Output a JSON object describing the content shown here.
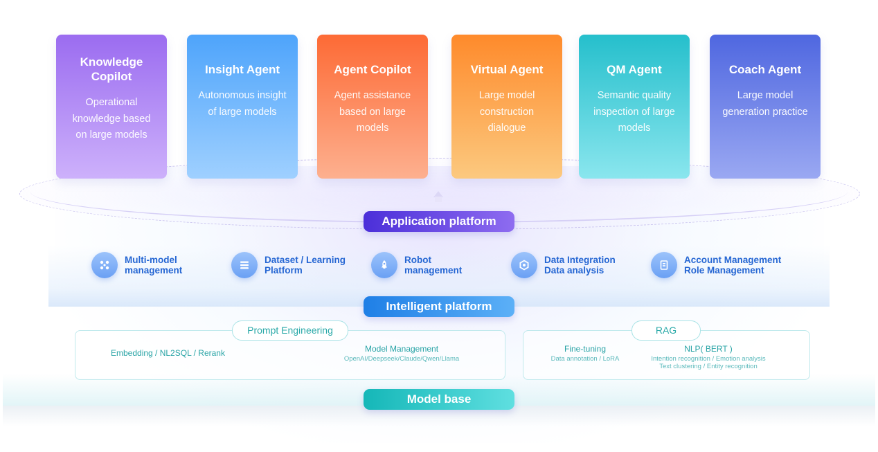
{
  "cards": [
    {
      "title": "Knowledge Copilot",
      "desc": "Operational knowledge based on large models"
    },
    {
      "title": "Insight Agent",
      "desc": "Autonomous insight of large models"
    },
    {
      "title": "Agent Copilot",
      "desc": "Agent assistance based on large models"
    },
    {
      "title": "Virtual Agent",
      "desc": "Large model construction dialogue"
    },
    {
      "title": "QM Agent",
      "desc": "Semantic quality inspection of large models"
    },
    {
      "title": "Coach Agent",
      "desc": "Large model generation practice"
    }
  ],
  "platforms": {
    "application": "Application platform",
    "intelligent": "Intelligent platform",
    "model_base": "Model base"
  },
  "intelligent_items": [
    {
      "icon": "multi-model-icon",
      "line1": "Multi-model",
      "line2": "management"
    },
    {
      "icon": "dataset-icon",
      "line1": "Dataset / Learning",
      "line2": "Platform"
    },
    {
      "icon": "rocket-icon",
      "line1": "Robot",
      "line2": "management"
    },
    {
      "icon": "data-integration-icon",
      "line1": "Data Integration",
      "line2": "Data analysis"
    },
    {
      "icon": "account-icon",
      "line1": "Account Management",
      "line2": "Role Management"
    }
  ],
  "model_base": {
    "left_tag": "Prompt Engineering",
    "embedding": "Embedding / NL2SQL / Rerank",
    "model_mgmt_title": "Model Management",
    "model_mgmt_sub": "OpenAI/Deepseek/Claude/Qwen/Llama",
    "right_tag": "RAG",
    "finetune_title": "Fine-tuning",
    "finetune_sub": "Data annotation / LoRA",
    "nlp_title": "NLP( BERT )",
    "nlp_sub1": "Intention recognition / Emotion analysis",
    "nlp_sub2": "Text clustering / Entity recognition"
  }
}
